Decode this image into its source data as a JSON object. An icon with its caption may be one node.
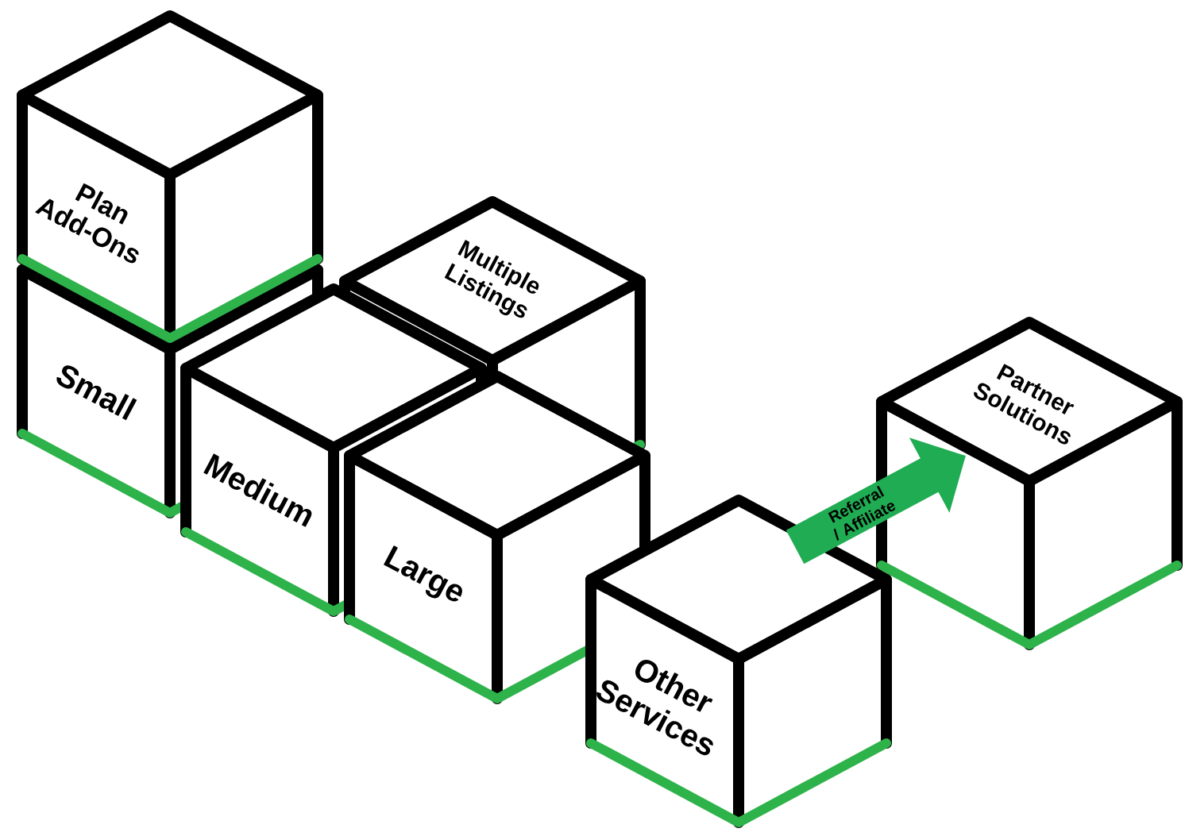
{
  "diagram": {
    "nodes": [
      {
        "text": [
          "Plan Add-Ons"
        ]
      },
      {
        "text": [
          "Small"
        ]
      },
      {
        "text": [
          "Multiple Listings"
        ]
      },
      {
        "text": [
          "Medium"
        ]
      },
      {
        "text": [
          "Large"
        ]
      },
      {
        "text": [
          "Other Services"
        ]
      },
      {
        "text": [
          "Partner Solutions"
        ]
      }
    ],
    "edges": [
      {
        "from": 5,
        "to": 6,
        "arrow": "to",
        "label": "Referral / Affiliate"
      }
    ]
  }
}
